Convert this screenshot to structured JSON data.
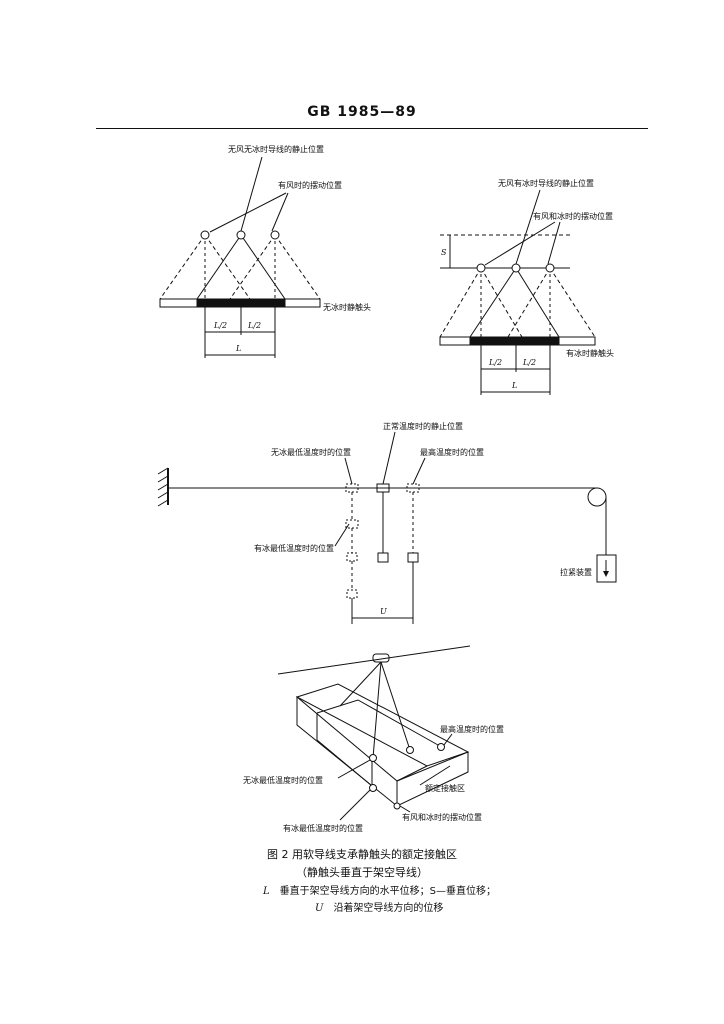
{
  "header": {
    "doc_code": "GB 1985—89"
  },
  "figure_a": {
    "label_no_wind_no_ice": "无风无冰时导线的静止位置",
    "label_wind_swing": "有风时的摆动位置",
    "label_contact": "无冰时静触头",
    "dim_half_left": "L/2",
    "dim_half_right": "L/2",
    "dim_full": "L"
  },
  "figure_b": {
    "label_no_wind_ice": "无风有冰时导线的静止位置",
    "label_wind_ice_swing": "有风和冰时的摆动位置",
    "label_contact": "有冰时静触头",
    "dim_s": "S",
    "dim_half_left": "L/2",
    "dim_half_right": "L/2",
    "dim_full": "L"
  },
  "figure_c": {
    "label_normal_temp": "正常温度时的静止位置",
    "label_no_ice_min_temp": "无冰最低温度时的位置",
    "label_max_temp": "最高温度时的位置",
    "label_ice_min_temp": "有冰最低温度时的位置",
    "label_tension": "拉紧装置",
    "dim_u": "U"
  },
  "figure_d": {
    "label_max_temp": "最高温度时的位置",
    "label_no_ice_min_temp": "无冰最低温度时的位置",
    "label_rated_zone": "额定接触区",
    "label_wind_ice_swing": "有风和冰时的摆动位置",
    "label_ice_min_temp": "有冰最低温度时的位置"
  },
  "caption": {
    "line1": "图 2  用软导线支承静触头的额定接触区",
    "line2": "（静触头垂直于架空导线）",
    "legend_l_symbol": "L",
    "legend_l_text": "垂直于架空导线方向的水平位移；S—垂直位移；",
    "legend_u_symbol": "U",
    "legend_u_text": "沿着架空导线方向的位移"
  }
}
